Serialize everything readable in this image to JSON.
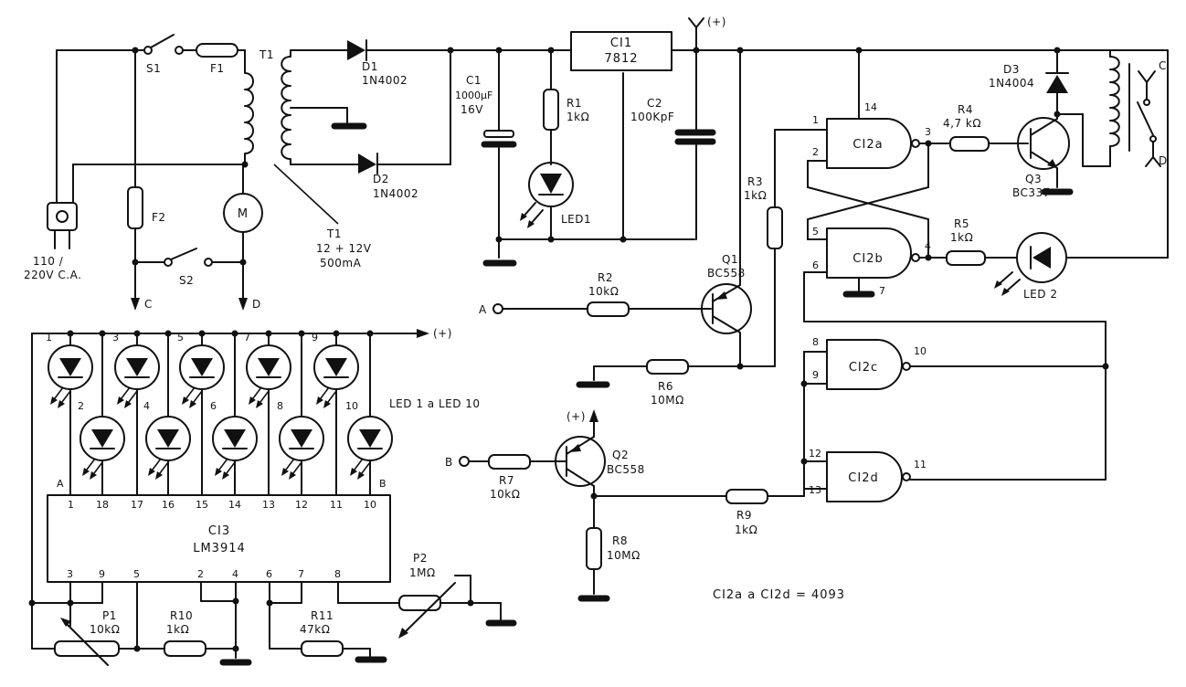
{
  "supply": {
    "s1": "S1",
    "f1": "F1",
    "t1": "T1",
    "f2": "F2",
    "s2": "S2",
    "motor": "M",
    "mains_line1": "110 /",
    "mains_line2": "220V C.A.",
    "t1_desc": "T1",
    "t1_rating1": "12 + 12V",
    "t1_rating2": "500mA",
    "out_c": "C",
    "out_d": "D"
  },
  "rectifier": {
    "d1": "D1",
    "d1_type": "1N4002",
    "d2": "D2",
    "d2_type": "1N4002",
    "c1": "C1",
    "c1_val1": "1000µF",
    "c1_val2": "16V",
    "r1": "R1",
    "r1_val": "1kΩ",
    "led1": "LED1",
    "ci1": "CI1",
    "ci1_type": "7812",
    "c2": "C2",
    "c2_val": "100KpF",
    "vplus": "(+)"
  },
  "logic": {
    "ci2a": "CI2a",
    "ci2b": "CI2b",
    "ci2c": "CI2c",
    "ci2d": "CI2d",
    "pins": {
      "p1": "1",
      "p2": "2",
      "p3": "3",
      "p4": "4",
      "p5": "5",
      "p6": "6",
      "p7": "7",
      "p8": "8",
      "p9": "9",
      "p10": "10",
      "p11": "11",
      "p12": "12",
      "p13": "13",
      "p14": "14"
    },
    "r3": "R3",
    "r3_val": "1kΩ",
    "r4": "R4",
    "r4_val": "4,7 kΩ",
    "r5": "R5",
    "r5_val": "1kΩ",
    "led2": "LED 2",
    "q3": "Q3",
    "q3_type": "BC337",
    "d3": "D3",
    "d3_type": "1N4004",
    "relay_c": "C",
    "relay_d": "D",
    "note": "CI2a  a  CI2d  =  4093"
  },
  "inputs": {
    "a": "A",
    "b": "B",
    "r2": "R2",
    "r2_val": "10kΩ",
    "q1": "Q1",
    "q1_type": "BC558",
    "r6": "R6",
    "r6_val": "10MΩ",
    "q2": "Q2",
    "q2_type": "BC558",
    "q2_vplus": "(+)",
    "r7": "R7",
    "r7_val": "10kΩ",
    "r8": "R8",
    "r8_val": "10MΩ",
    "r9": "R9",
    "r9_val": "1kΩ"
  },
  "bargraph": {
    "vplus": "(+)",
    "led_range": "LED 1 a LED 10",
    "top_nums": [
      "1",
      "3",
      "5",
      "7",
      "9"
    ],
    "bottom_nums": [
      "2",
      "4",
      "6",
      "8",
      "10"
    ],
    "end_a": "A",
    "end_b": "B",
    "ic_name": "CI3",
    "ic_type": "LM3914",
    "top_pins": [
      "1",
      "18",
      "17",
      "16",
      "15",
      "14",
      "13",
      "12",
      "11",
      "10"
    ],
    "bottom_pins": [
      "3",
      "9",
      "5",
      "2",
      "4",
      "6",
      "7",
      "8"
    ],
    "p1": "P1",
    "p1_val": "10kΩ",
    "r10": "R10",
    "r10_val": "1kΩ",
    "r11": "R11",
    "r11_val": "47kΩ",
    "p2": "P2",
    "p2_val": "1MΩ"
  }
}
